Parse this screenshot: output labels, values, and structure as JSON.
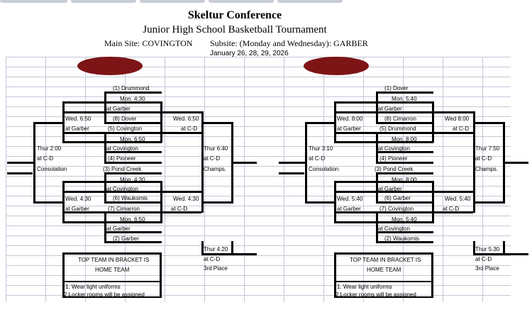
{
  "header": {
    "title": "Skeltur Conference",
    "subtitle": "Junior High School Basketball Tournament",
    "main_site": "Main Site:  COVINGTON",
    "subsite": "Subsite:  (Monday and Wednesday):  GARBER",
    "dates": "January 26, 28, 29, 2026"
  },
  "left": {
    "seeds": [
      "(1)  Drummond",
      "(8) Dover",
      "(5) Covington",
      "(4) Pioneer",
      "(3) Pond Creek",
      "(6) Waukomis",
      "(7) Cimarron",
      "(2) Garber"
    ],
    "g1": {
      "time": "Mon. 4:30",
      "site": "at Garber"
    },
    "g2": {
      "time": "Mon. 6:50",
      "site": "at Covington"
    },
    "g3": {
      "time": "Mon. 4:30",
      "site": "at Covington"
    },
    "g4": {
      "time": "Mon. 6:50",
      "site": "at Garber"
    },
    "w1": {
      "time": "Wed. 6:50",
      "site": "at Garber"
    },
    "w2": {
      "time": "Wed. 6:50",
      "site": "at C-D"
    },
    "w3": {
      "time": "Wed. 4:30",
      "site": "at Garber"
    },
    "w4": {
      "time": "Wed. 4:30",
      "site": "at C-D"
    },
    "cons": {
      "time": "Thur 2:00",
      "site": "at C-D",
      "label": "Consolation"
    },
    "champ": {
      "time": "Thur 6:40",
      "site": "at C-D",
      "label": "Champs."
    },
    "third": {
      "time": "Thur 4:20",
      "site": "at C-D",
      "label": "3rd Place"
    }
  },
  "right": {
    "seeds": [
      "(1) Dover",
      "(8) Cimarron",
      "(5) Drummond",
      "(4) Pioneer",
      "(3) Pond Creek",
      "(6) Garber",
      "(7) Covington",
      "(2) Waukomis"
    ],
    "g1": {
      "time": "Mon. 5:40",
      "site": "at Garber"
    },
    "g2": {
      "time": "Mon. 8:00",
      "site": "at Covington"
    },
    "g3": {
      "time": "Mon. 8:00",
      "site": "at Garber"
    },
    "g4": {
      "time": "Mon. 5:40",
      "site": "at Covington"
    },
    "w1": {
      "time": "Wed. 8:00",
      "site": "at Garber"
    },
    "w2": {
      "time": "Wed 8:00",
      "site": "at C-D"
    },
    "w3": {
      "time": "Wed. 5:40",
      "site": "at Garber"
    },
    "w4": {
      "time": "Wed. 5:40",
      "site": "at C-D"
    },
    "cons": {
      "time": "Thur 3:10",
      "site": "at C-D",
      "label": "Consolation"
    },
    "champ": {
      "time": "Thur 7:50",
      "site": "at C-D",
      "label": "Champs."
    },
    "third": {
      "time": "Thur 5:30",
      "site": "at C-D",
      "label": "3rd Place"
    }
  },
  "notes": {
    "line1": "TOP TEAM IN BRACKET IS",
    "line2": "HOME TEAM",
    "note1": "1. Wear light uniforms",
    "note2": "2.Locker rooms will be assigned"
  },
  "colors": {
    "accent": "#7d1416",
    "grid": "#c3c8d8"
  }
}
